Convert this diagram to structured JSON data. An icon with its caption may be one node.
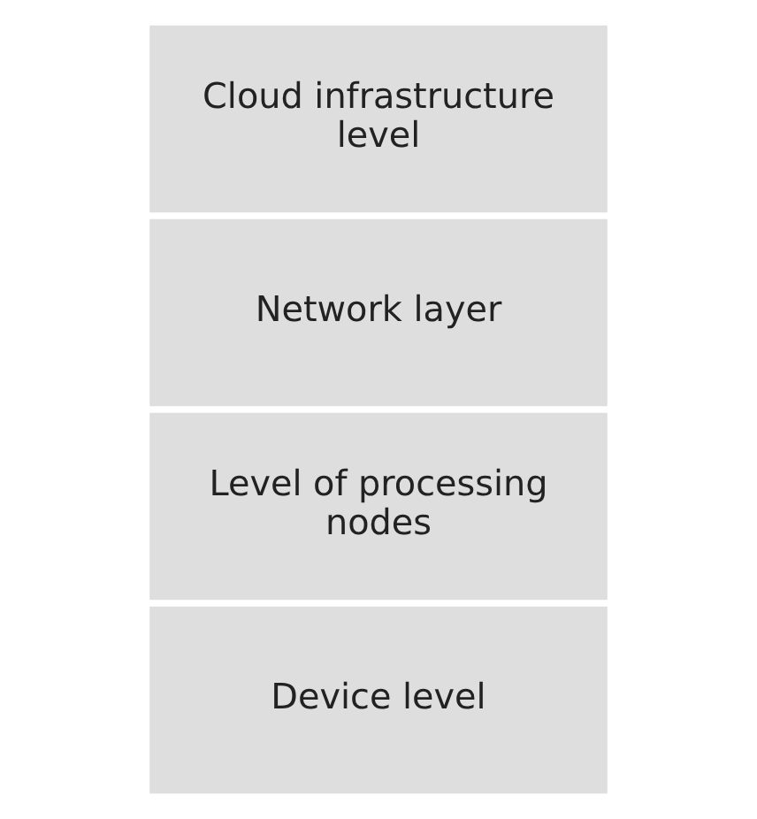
{
  "diagram": {
    "nodes": [
      {
        "text": [
          "Cloud infrastructure level"
        ]
      },
      {
        "text": [
          "Network layer"
        ]
      },
      {
        "text": [
          "Level of processing nodes"
        ]
      },
      {
        "text": [
          "Device level"
        ]
      }
    ]
  }
}
